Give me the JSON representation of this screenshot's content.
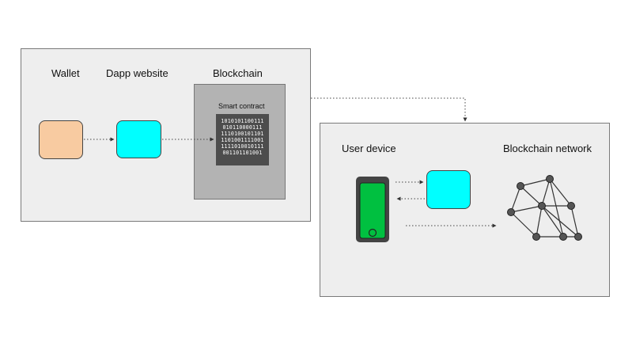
{
  "left_panel": {
    "labels": {
      "wallet": "Wallet",
      "dapp": "Dapp website",
      "blockchain": "Blockchain"
    },
    "smart_contract": {
      "title": "Smart contract",
      "code_lines": [
        "1010101100111",
        "010110000111",
        "1110100101101",
        "1101001111001",
        "1111010010111",
        "001101101001"
      ]
    }
  },
  "right_panel": {
    "labels": {
      "user_device": "User device",
      "network": "Blockchain network"
    }
  },
  "colors": {
    "panel_bg": "#eeeeee",
    "wallet": "#f8cba1",
    "dapp": "#00ffff",
    "blockchain_block": "#b3b3b3",
    "code_bg": "#4d4d4d",
    "phone_body": "#444444",
    "phone_screen": "#00c040",
    "network_node": "#555555"
  }
}
